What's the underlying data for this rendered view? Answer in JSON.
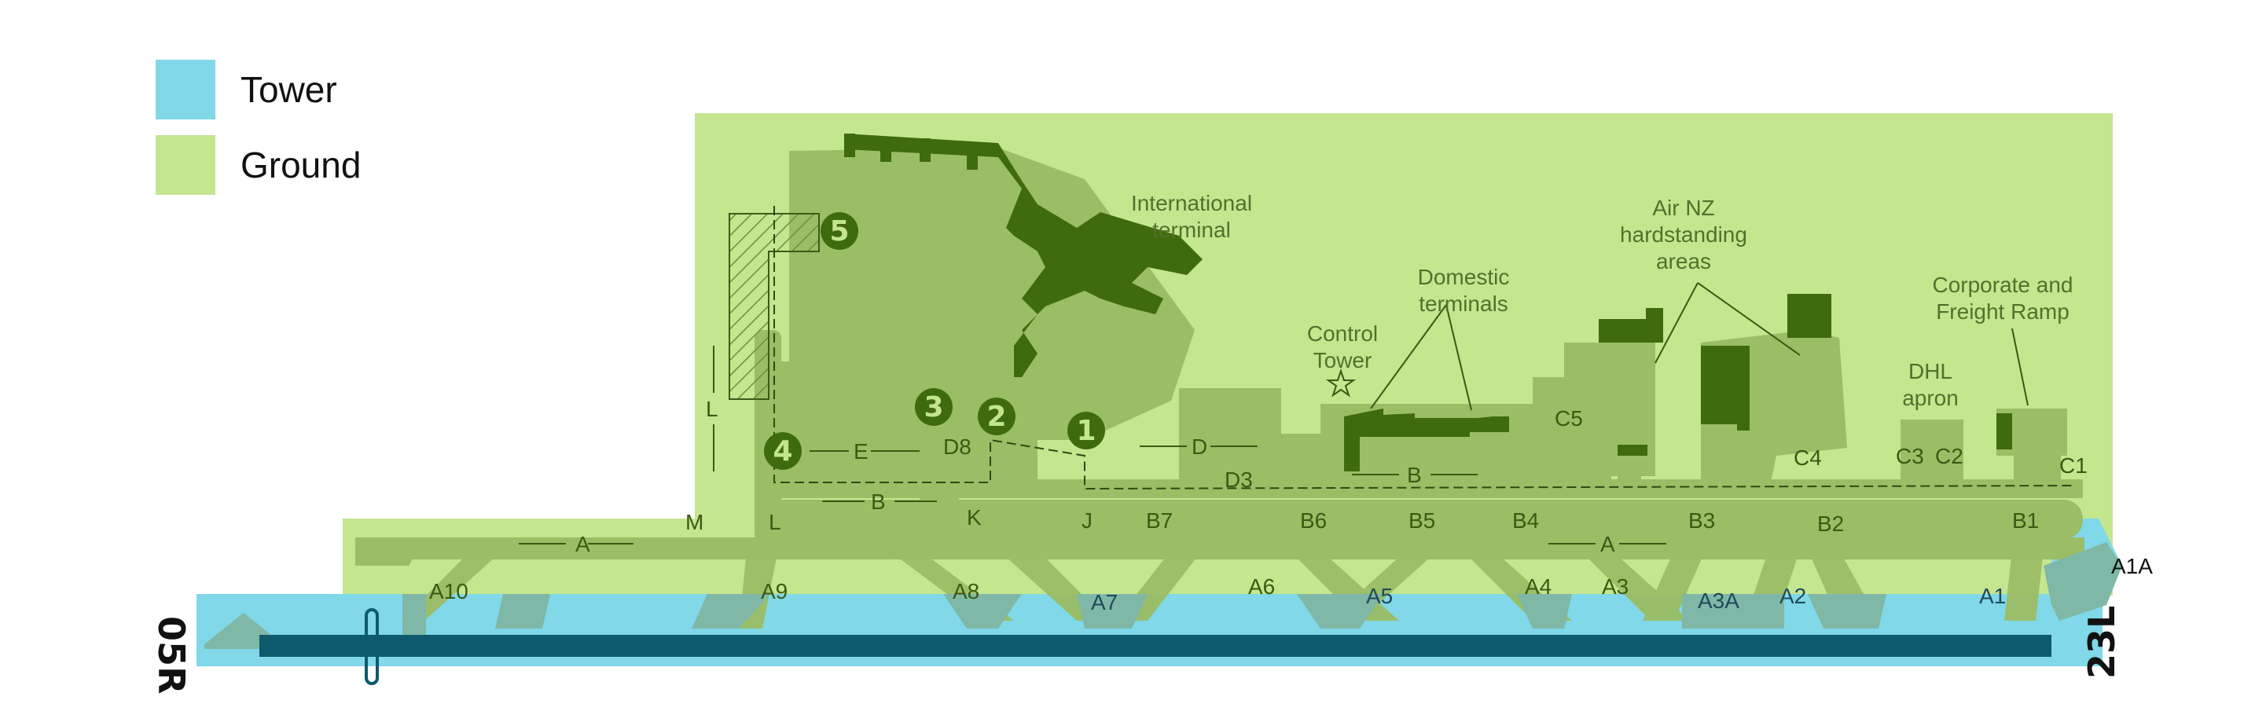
{
  "legend": [
    {
      "label": "Tower",
      "color": "#80d8e8"
    },
    {
      "label": "Ground",
      "color": "#c3e68f"
    }
  ],
  "colors": {
    "tower": "#80d8e8",
    "ground": "#c3e68f",
    "taxiway": "#9bbd65",
    "taxiway_over_tower": "#7fb8a6",
    "building": "#3f6b0e",
    "runway": "#0d5a6e"
  },
  "runways": {
    "left_end": "05R",
    "right_end": "23L"
  },
  "areas": {
    "international": "International terminal",
    "domestic": "Domestic terminals",
    "control_tower": "Control Tower",
    "air_nz": "Air NZ hardstanding areas",
    "dhl": "DHL apron",
    "corporate": "Corporate and Freight Ramp"
  },
  "hotspots": [
    "1",
    "2",
    "3",
    "4",
    "5"
  ],
  "taxiways": {
    "a": "A",
    "b": "B",
    "d": "D",
    "e": "E",
    "l": "L",
    "m": "M",
    "k": "K",
    "j": "J",
    "d3": "D3",
    "d8": "D8",
    "c1": "C1",
    "c2": "C2",
    "c3": "C3",
    "c4": "C4",
    "c5": "C5",
    "b1": "B1",
    "b2": "B2",
    "b3": "B3",
    "b4": "B4",
    "b5": "B5",
    "b6": "B6",
    "b7": "B7",
    "a1": "A1",
    "a1a": "A1A",
    "a2": "A2",
    "a3": "A3",
    "a3a": "A3A",
    "a4": "A4",
    "a5": "A5",
    "a6": "A6",
    "a7": "A7",
    "a8": "A8",
    "a9": "A9",
    "a10": "A10"
  }
}
